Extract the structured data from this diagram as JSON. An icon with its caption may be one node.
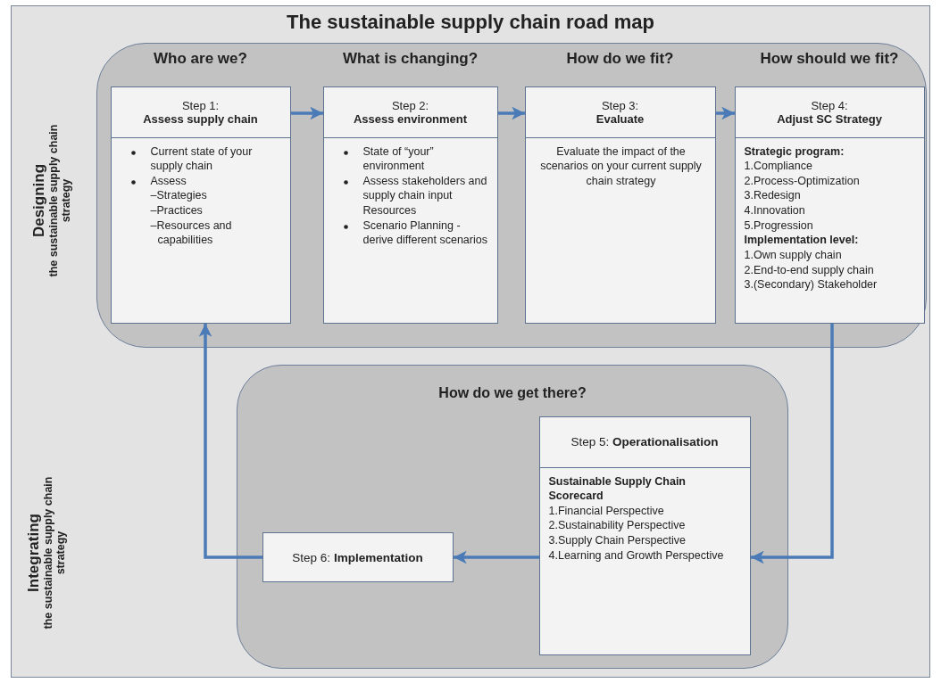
{
  "diagram": {
    "title": "The sustainable supply chain road map",
    "nodes": [
      {
        "text": [],
        "shape": "box"
      },
      {
        "text": [
          "Who are we?",
          "Step 1:",
          "Assess supply chain",
          "Current state of your supply chain",
          "Assess",
          "–Strategies",
          "–Practices",
          "–Resources and capabilities"
        ],
        "in": 0
      },
      {
        "text": [
          "What is changing?",
          "Step 2:",
          "Assess environment",
          "State of “your” environment",
          "Assess stakeholders and supply chain input Resources",
          "Scenario Planning - derive different scenarios"
        ],
        "in": 0
      },
      {
        "text": [
          "How do we fit?",
          "Step 3:",
          "Evaluate",
          "Evaluate the impact of the scenarios on your current supply chain strategy"
        ],
        "in": 0
      },
      {
        "text": [
          "How should we fit?",
          "Step 4:",
          "Adjust SC Strategy",
          "Strategic program:",
          "1.Compliance",
          "2.Process-Optimization",
          "3.Redesign",
          "4.Innovation",
          "5.Progression",
          "Implementation level:",
          "1.Own supply chain",
          "2.End-to-end supply chain",
          "3.(Secondary) Stakeholder"
        ],
        "in": 0
      },
      {
        "text": [
          "How do we get there?"
        ]
      },
      {
        "text": [
          "Step 5: **Operationalisation**",
          "Sustainable Supply Chain Scorecard",
          "1.Financial Perspective",
          "2.Sustainability Perspective",
          "3.Supply Chain Perspective",
          "4.Learning and Growth Perspective"
        ],
        "in": 5
      },
      {
        "text": [
          "Step 6: **Implementation**"
        ],
        "in": 5
      }
    ],
    "edges": [
      {
        "from": 1,
        "to": 2,
        "arrow": "to"
      },
      {
        "from": 2,
        "to": 3,
        "arrow": "to"
      },
      {
        "from": 3,
        "to": 4,
        "arrow": "to"
      },
      {
        "from": 4,
        "to": 6,
        "arrow": "to"
      },
      {
        "from": 6,
        "to": 7,
        "arrow": "to"
      },
      {
        "from": 7,
        "to": 1,
        "arrow": "to"
      }
    ],
    "labels": [
      "Designing",
      "the sustainable supply chain strategy",
      "Integrating",
      "the sustainable supply chain strategy"
    ]
  }
}
